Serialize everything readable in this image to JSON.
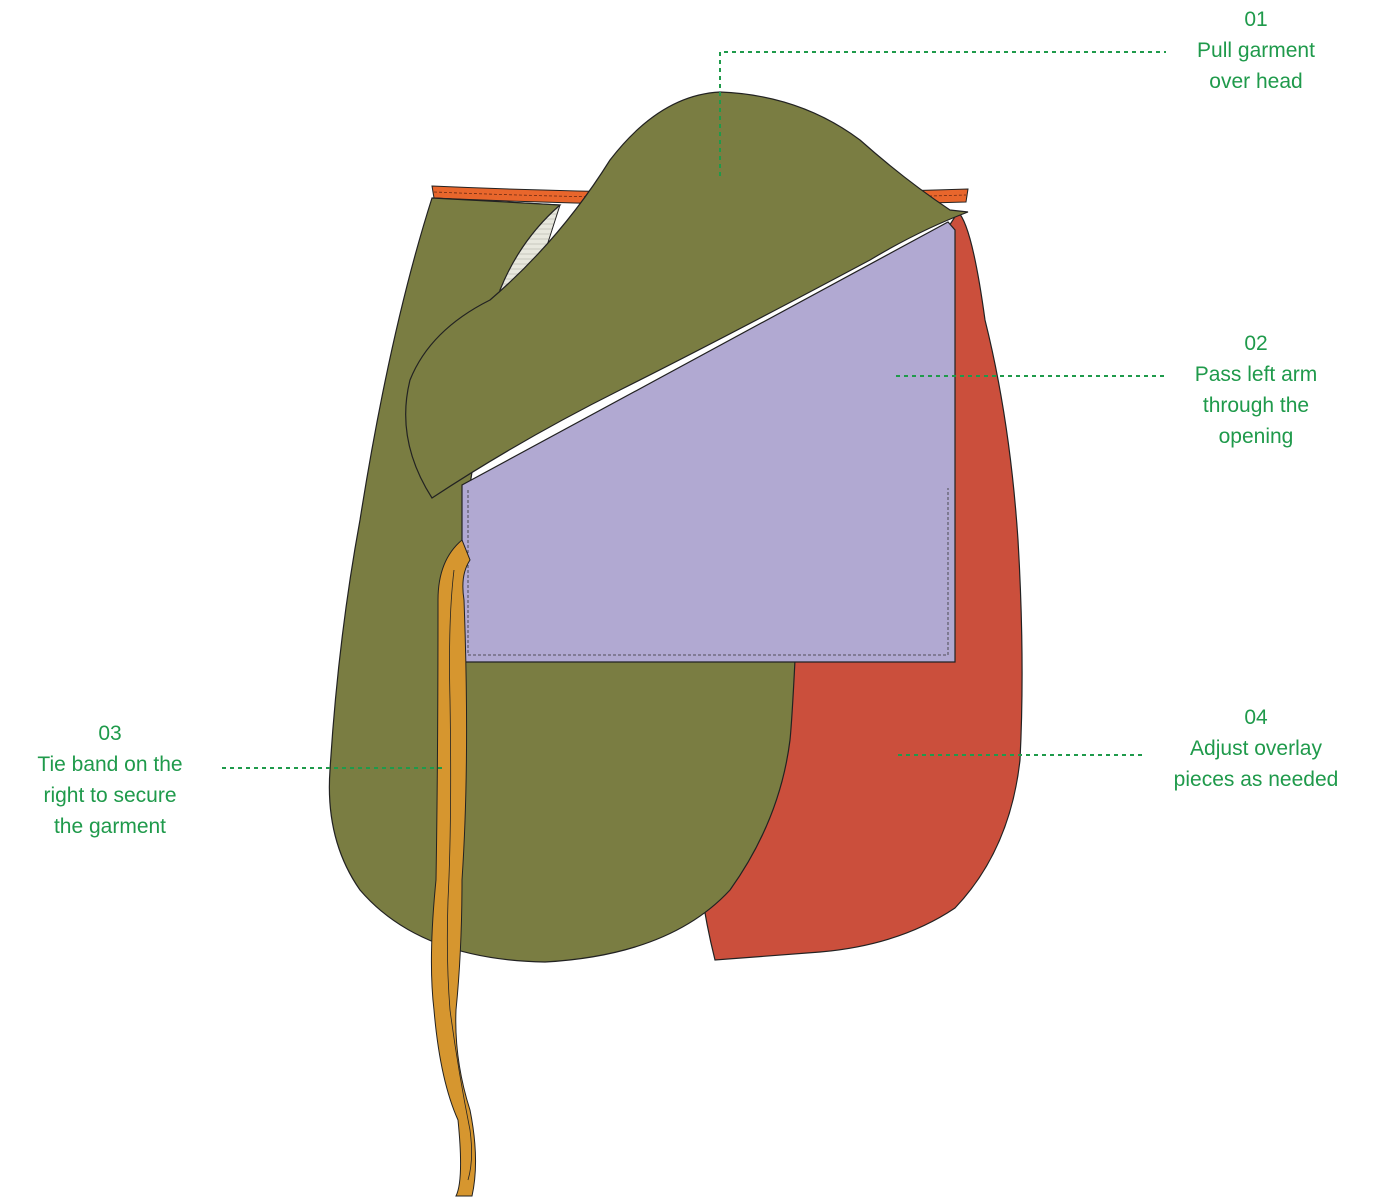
{
  "colors": {
    "annotation": "#1f9a4b",
    "olive_panel": "#7a7d42",
    "red_panel": "#cb4f3c",
    "lavender_pocket": "#b1a9d2",
    "tie_band": "#d6962f",
    "neck_trim": "#e8662c",
    "knit_lining": "#e6e6dc",
    "outline": "#222222"
  },
  "steps": [
    {
      "number": "01",
      "lines": [
        "Pull garment",
        "over head"
      ]
    },
    {
      "number": "02",
      "lines": [
        "Pass left arm",
        "through the",
        "opening"
      ]
    },
    {
      "number": "03",
      "lines": [
        "Tie band on the",
        "right to secure",
        "the garment"
      ]
    },
    {
      "number": "04",
      "lines": [
        "Adjust overlay",
        "pieces as needed"
      ]
    }
  ]
}
